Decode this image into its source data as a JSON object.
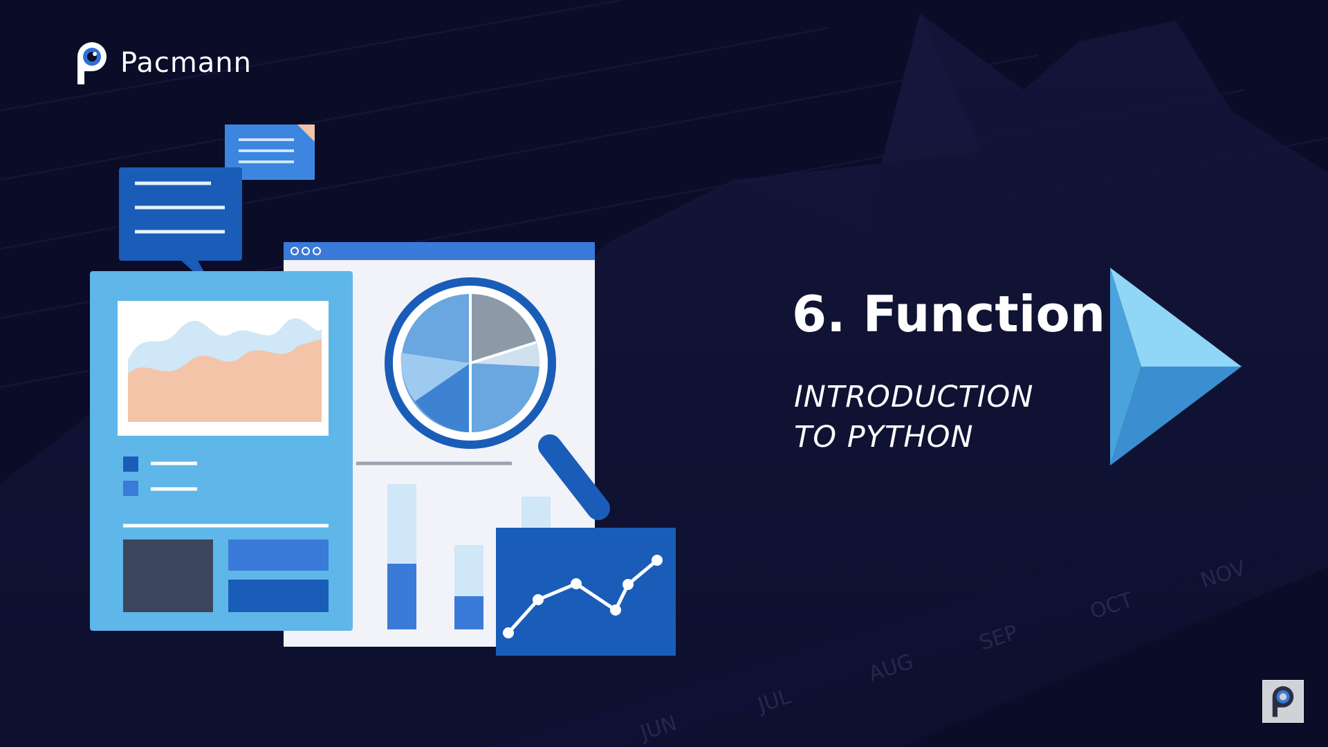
{
  "brand": {
    "name": "Pacmann",
    "logo_icon": "pacmann-p-logo-icon"
  },
  "slide": {
    "title": "6. Function",
    "subtitle_lines": [
      "INTRODUCTION",
      "TO PYTHON"
    ]
  },
  "background": {
    "month_labels": [
      "JUN",
      "JUL",
      "AUG",
      "SEP",
      "OCT",
      "NOV"
    ]
  },
  "icons": {
    "arrow": "play-arrow-icon",
    "watermark": "pacmann-watermark-icon",
    "illustration": "data-analytics-illustration"
  },
  "colors": {
    "background": "#0c0d2a",
    "accent_blue": "#2f6fd6",
    "light_blue": "#5fb6e8",
    "salmon": "#f4c4a8",
    "text": "#ffffff"
  }
}
